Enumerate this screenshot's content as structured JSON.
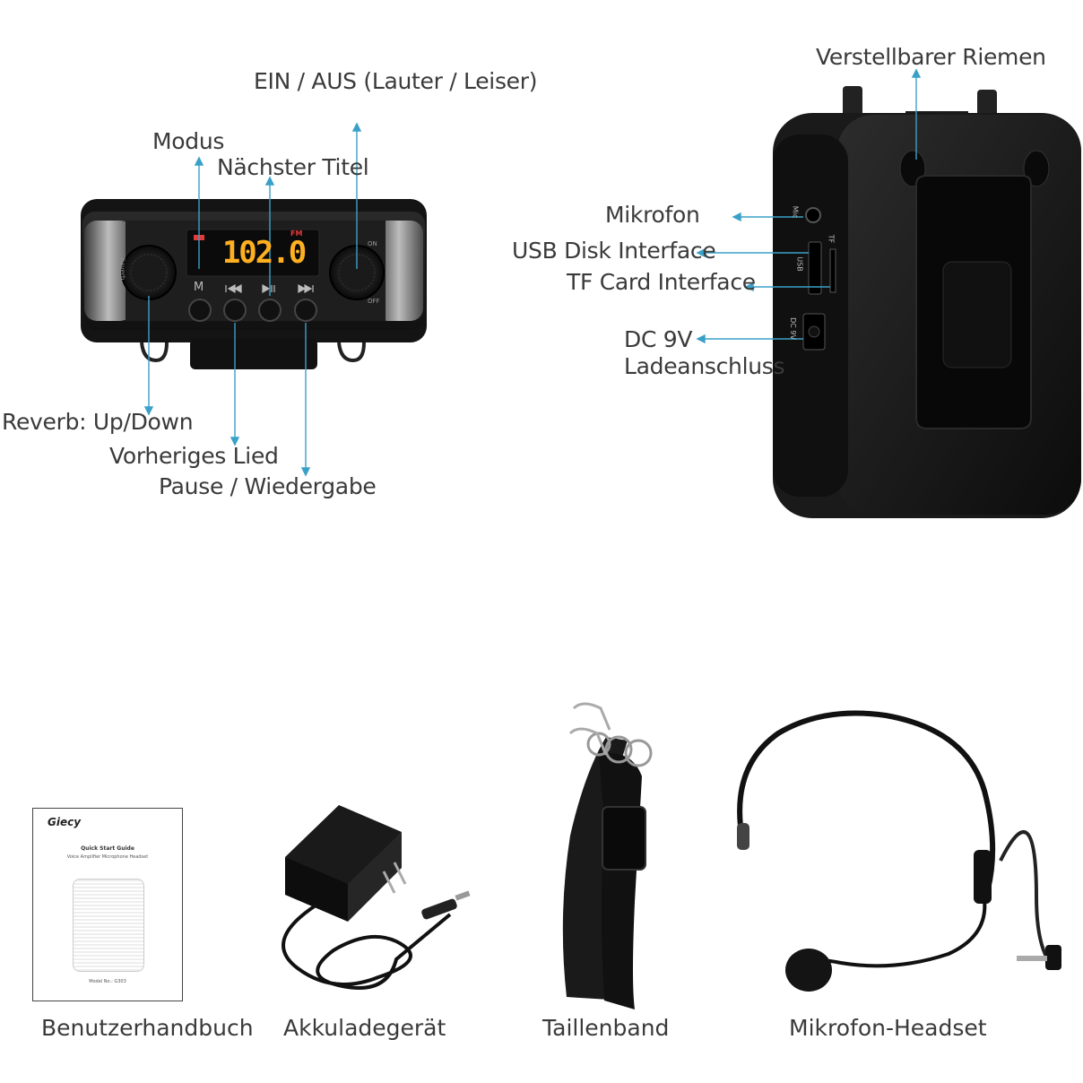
{
  "front_labels": {
    "on_off": "EIN / AUS (Lauter / Leiser)",
    "mode": "Modus",
    "next_track": "Nächster Titel",
    "reverb": "Reverb: Up/Down",
    "previous_song": "Vorheriges Lied",
    "pause_play": "Pause / Wiedergabe"
  },
  "display": {
    "frequency": "102.0",
    "band": "FM",
    "mode_key": "M",
    "on": "ON",
    "off": "OFF",
    "reverb_engrave": "Reverb"
  },
  "back_labels": {
    "strap": "Verstellbarer Riemen",
    "microphone": "Mikrofon",
    "usb": "USB Disk Interface",
    "tf": "TF Card Interface",
    "dc_line1": "DC 9V",
    "dc_line2": "Ladeanschluss"
  },
  "port_markings": {
    "mic": "Mic",
    "usb": "USB",
    "tf": "TF",
    "dc": "DC 9V"
  },
  "manual": {
    "brand": "Giecy",
    "title": "Quick Start Guide",
    "subtitle": "Voice Amplifier Microphone Headset",
    "model": "Model No.: G303"
  },
  "captions": {
    "manual": "Benutzerhandbuch",
    "charger": "Akkuladegerät",
    "waistband": "Taillenband",
    "headset": "Mikrofon-Headset"
  },
  "colors": {
    "accent": "#3aa0c8",
    "led": "#ffb020",
    "fm": "#e23b3b"
  }
}
